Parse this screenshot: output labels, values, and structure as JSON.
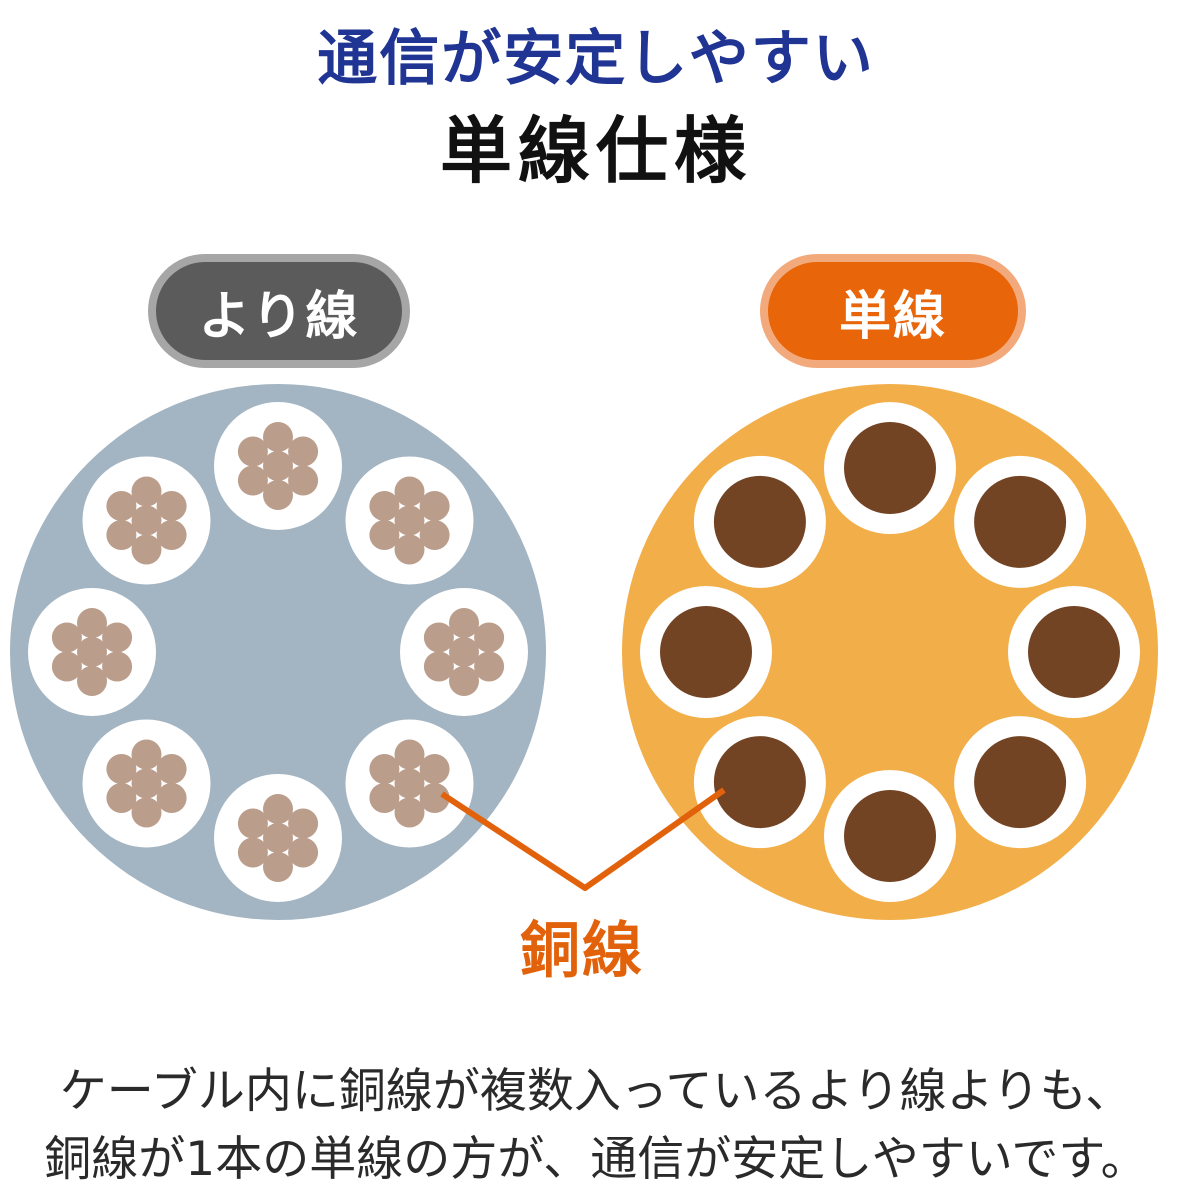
{
  "header": {
    "headline": "通信が安定しやすい",
    "title": "単線仕様"
  },
  "labels": {
    "stranded": "より線",
    "solid": "単線",
    "copper": "銅線"
  },
  "description": {
    "line1": "ケーブル内に銅線が複数入っているより線よりも、",
    "line2": "銅線が1本の単線の方が、通信が安定しやすいです。"
  },
  "colors": {
    "headline": "#1f3493",
    "stranded_cable": "#a3b4c2",
    "stranded_wire": "#bb9d8c",
    "solid_cable": "#f2ae48",
    "solid_wire": "#734424",
    "pointer": "#e2620c"
  }
}
